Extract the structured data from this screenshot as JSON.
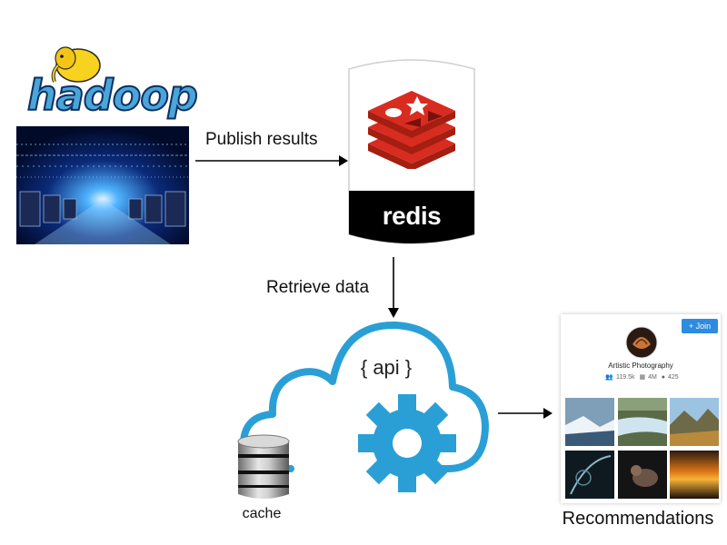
{
  "hadoop": {
    "logo_text": "hadoop",
    "mascot_icon": "elephant-icon"
  },
  "redis": {
    "logo_text": "redis",
    "icon": "redis-stack-icon"
  },
  "edges": {
    "publish": "Publish results",
    "retrieve": "Retrieve data"
  },
  "api": {
    "label": "{ api }",
    "icon": "gear-icon",
    "cloud_color": "#2a9fd6"
  },
  "cache": {
    "label": "cache",
    "icon": "database-icon"
  },
  "recommendations": {
    "title": "Recommendations",
    "card": {
      "join_label": "+ Join",
      "group_name": "Artistic Photography",
      "stats": [
        "119.5k",
        "4M",
        "425"
      ],
      "thumbnails": [
        "snow-landscape",
        "river-rapids",
        "mountain-valley",
        "dark-abstract",
        "portrait-dark",
        "sunset-horizon"
      ]
    }
  },
  "colors": {
    "redis_red": "#d82c20",
    "hadoop_blue": "#4aa6d8",
    "join_blue": "#2d8be0"
  }
}
